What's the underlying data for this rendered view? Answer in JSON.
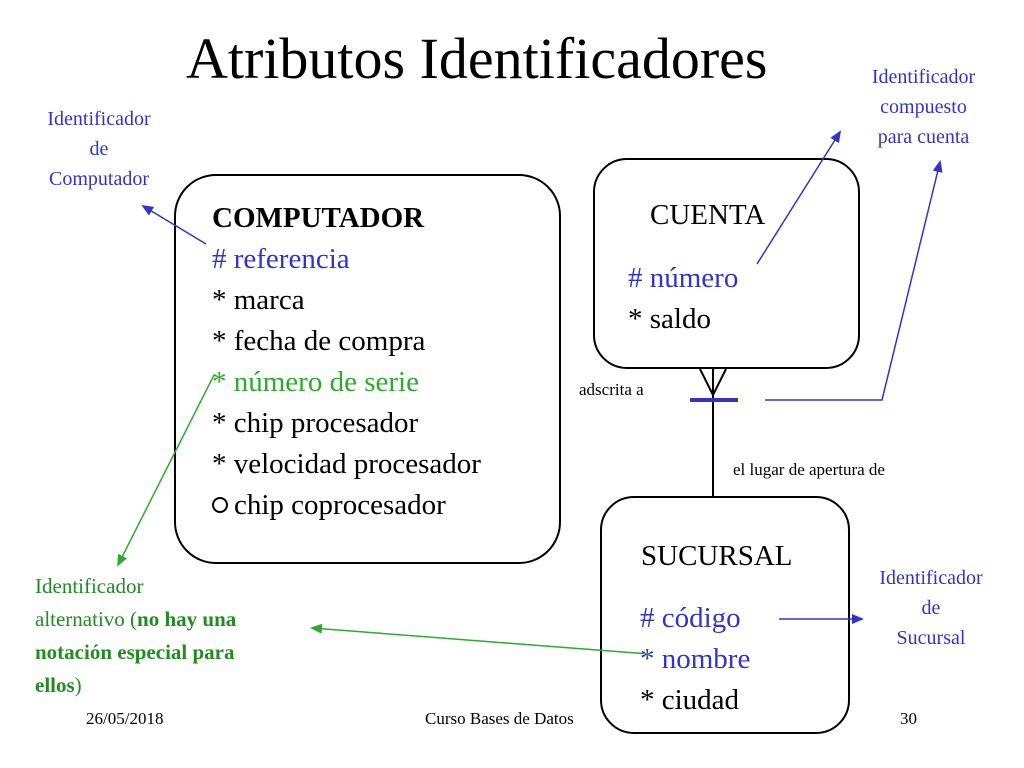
{
  "title": "Atributos Identificadores",
  "computador": {
    "name": "COMPUTADOR",
    "attributes": [
      {
        "text": "# referencia",
        "color": "#3333cc"
      },
      {
        "text": "* marca",
        "color": "#000000"
      },
      {
        "text": "* fecha de compra",
        "color": "#000000"
      },
      {
        "text": "* número de serie",
        "color": "#2eaa2e"
      },
      {
        "text": "* chip procesador",
        "color": "#000000"
      },
      {
        "text": "* velocidad procesador",
        "color": "#000000"
      },
      {
        "text": "chip coprocesador",
        "color": "#000000",
        "symbol": "○"
      }
    ]
  },
  "cuenta": {
    "name": "CUENTA",
    "attributes": [
      {
        "text": "# número",
        "color": "#3333cc"
      },
      {
        "text": "* saldo",
        "color": "#000000"
      }
    ]
  },
  "sucursal": {
    "name": "SUCURSAL",
    "attributes": [
      {
        "text": "# código",
        "color": "#3333cc"
      },
      {
        "text": "* nombre",
        "color": "#3333cc"
      },
      {
        "text": "* ciudad",
        "color": "#000000"
      }
    ]
  },
  "relationship": {
    "label_top": "adscrita a",
    "label_bottom": "el lugar de apertura de"
  },
  "notes": {
    "id_computador": [
      "Identificador",
      "de",
      "Computador"
    ],
    "id_compuesto": [
      "Identificador",
      "compuesto",
      "para cuenta"
    ],
    "id_sucursal": [
      "Identificador",
      "de",
      "Sucursal"
    ],
    "id_alternativo": {
      "line1": "Identificador",
      "line2_plain": "alternativo (",
      "line2_bold": "no hay una",
      "line3_bold": "notación especial para",
      "line4_bold": "ellos",
      "line4_plain": ")"
    }
  },
  "footer": {
    "date": "26/05/2018",
    "course": "Curso Bases de Datos",
    "page": "30"
  },
  "colors": {
    "identifier": "#3333cc",
    "alternate_identifier": "#2eaa2e",
    "note_green": "#228b22"
  }
}
